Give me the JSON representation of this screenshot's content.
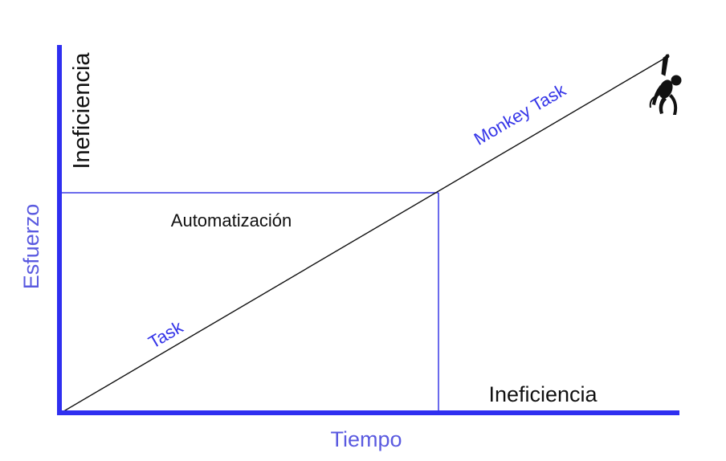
{
  "diagram": {
    "y_axis_label": "Esfuerzo",
    "x_axis_label": "Tiempo",
    "top_left_label": "Ineficiencia",
    "bottom_right_label": "Ineficiencia",
    "region_label": "Automatización",
    "lower_line_label": "Task",
    "upper_line_label": "Monkey Task",
    "icon": "monkey-icon",
    "colors": {
      "axis": "#2f2ff0",
      "box": "#3a3ae6",
      "line": "#111111",
      "text": "#111111",
      "accent_text": "#3535e8",
      "axis_label_text": "#5a5ae0"
    }
  }
}
